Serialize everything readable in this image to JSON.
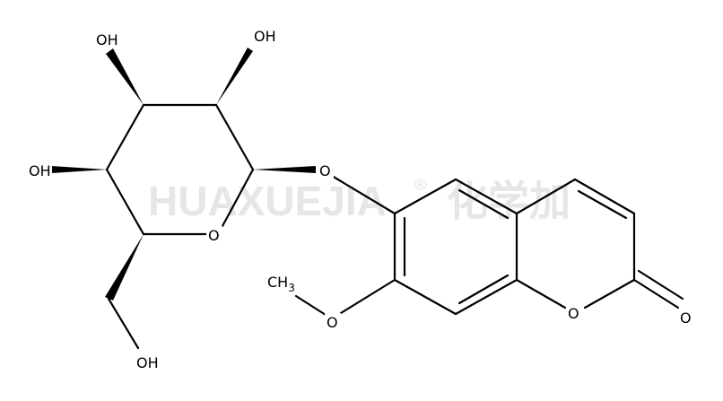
{
  "watermark": {
    "text": "HUAXUEJIA",
    "registered": "®",
    "cn": "化学加"
  },
  "labels": {
    "oh_top_left": "OH",
    "oh_top_right": "OH",
    "oh_left": "OH",
    "oh_bottom": "OH",
    "o_glycosidic": "O",
    "o_ring_sugar": "O",
    "ch3": "CH",
    "ch3_sub": "3",
    "o_methoxy": "O",
    "o_lactone_ring": "O",
    "o_carbonyl": "O"
  }
}
